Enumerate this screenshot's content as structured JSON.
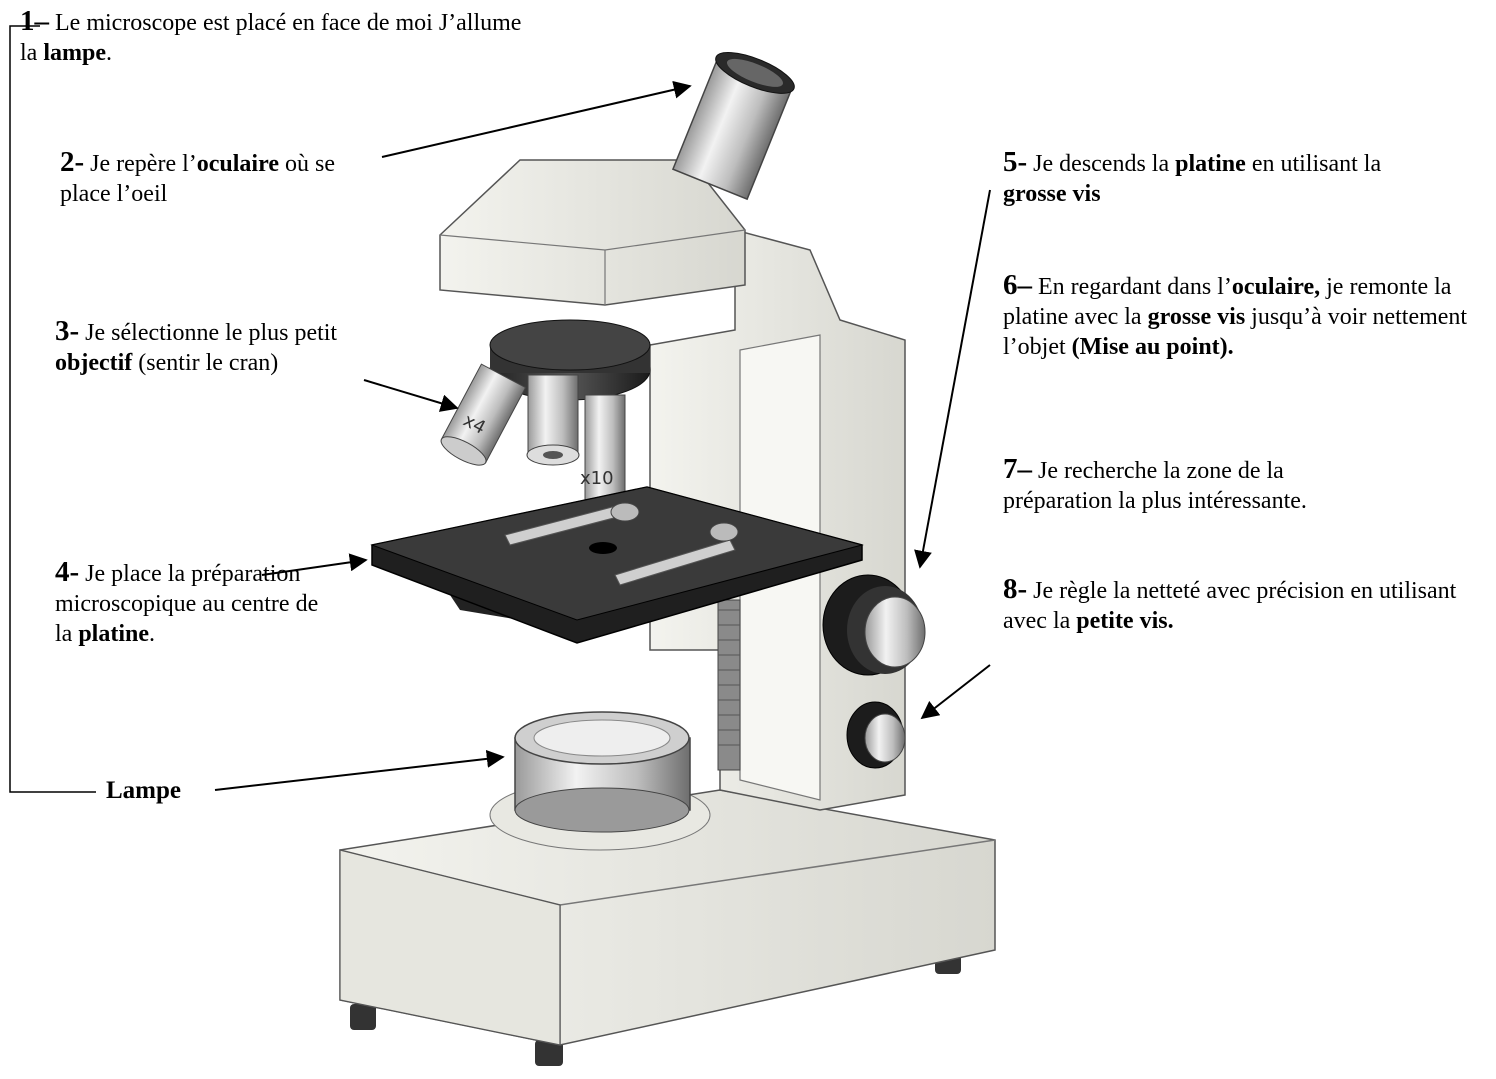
{
  "steps": [
    {
      "id": "1",
      "num": "1–",
      "parts": [
        " Le microscope est placé en face de moi J’allume la ",
        {
          "b": "lampe"
        },
        "."
      ]
    },
    {
      "id": "2",
      "num": "2-",
      "parts": [
        " Je repère l’",
        {
          "b": "oculaire"
        },
        " où se place l’oeil"
      ]
    },
    {
      "id": "3",
      "num": "3-",
      "parts": [
        " Je sélectionne le plus petit ",
        {
          "b": "objectif"
        },
        " (sentir le cran)"
      ]
    },
    {
      "id": "4",
      "num": "4-",
      "parts": [
        " Je place la préparation microscopique au centre de la ",
        {
          "b": "platine"
        },
        "."
      ]
    },
    {
      "id": "5",
      "num": "5-",
      "parts": [
        " Je descends la ",
        {
          "b": "platine"
        },
        " en utilisant la ",
        {
          "b": "grosse vis"
        }
      ]
    },
    {
      "id": "6",
      "num": "6–",
      "parts": [
        " En regardant dans l’",
        {
          "b": "oculaire,"
        },
        " je remonte la platine avec la ",
        {
          "b": "grosse vis"
        },
        " jusqu’à voir nettement l’objet ",
        {
          "b": "(Mise au point)."
        }
      ]
    },
    {
      "id": "7",
      "num": "7–",
      "parts": [
        " Je recherche la zone de la préparation la plus intéressante."
      ]
    },
    {
      "id": "8",
      "num": "8-",
      "parts": [
        " Je règle la netteté avec précision en utilisant avec la ",
        {
          "b": "petite vis."
        }
      ]
    }
  ],
  "lamp_label": "Lampe",
  "objective_marks": {
    "small": "x4",
    "medium": "x10"
  }
}
